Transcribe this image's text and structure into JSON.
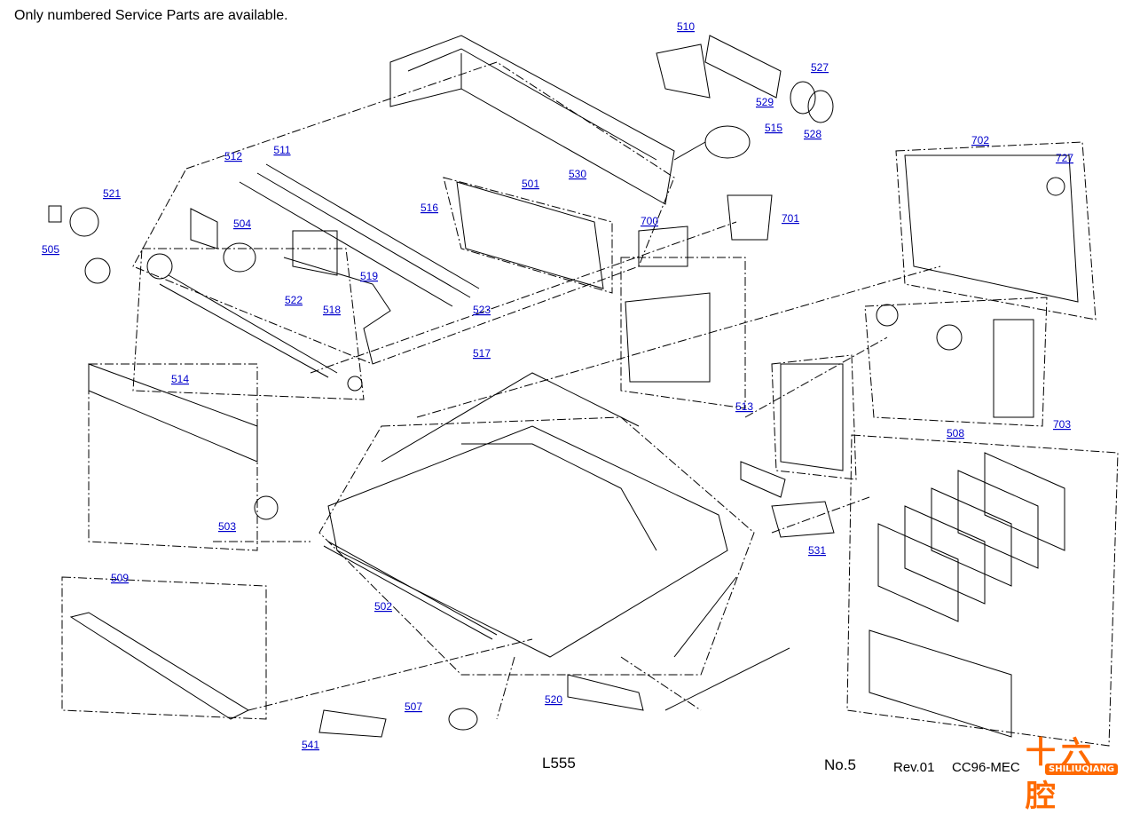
{
  "header": {
    "note": "Only numbered Service Parts are available."
  },
  "footer": {
    "model": "L555",
    "page": "No.5",
    "revision": "Rev.01",
    "code": "CC96-MEC"
  },
  "parts": [
    {
      "number": "510"
    },
    {
      "number": "527"
    },
    {
      "number": "529"
    },
    {
      "number": "528"
    },
    {
      "number": "515"
    },
    {
      "number": "512"
    },
    {
      "number": "511"
    },
    {
      "number": "521"
    },
    {
      "number": "505"
    },
    {
      "number": "504"
    },
    {
      "number": "501"
    },
    {
      "number": "530"
    },
    {
      "number": "516"
    },
    {
      "number": "700"
    },
    {
      "number": "701"
    },
    {
      "number": "702"
    },
    {
      "number": "727"
    },
    {
      "number": "519"
    },
    {
      "number": "518"
    },
    {
      "number": "522"
    },
    {
      "number": "523"
    },
    {
      "number": "517"
    },
    {
      "number": "514"
    },
    {
      "number": "513"
    },
    {
      "number": "508"
    },
    {
      "number": "703"
    },
    {
      "number": "503"
    },
    {
      "number": "531"
    },
    {
      "number": "509"
    },
    {
      "number": "502"
    },
    {
      "number": "507"
    },
    {
      "number": "520"
    },
    {
      "number": "541"
    }
  ],
  "watermark": {
    "text_cn": "十六腔",
    "text_en": "SHILIUQIANG"
  },
  "colors": {
    "label": "#0000cc",
    "line": "#000000",
    "logo": "#ff6a00"
  }
}
